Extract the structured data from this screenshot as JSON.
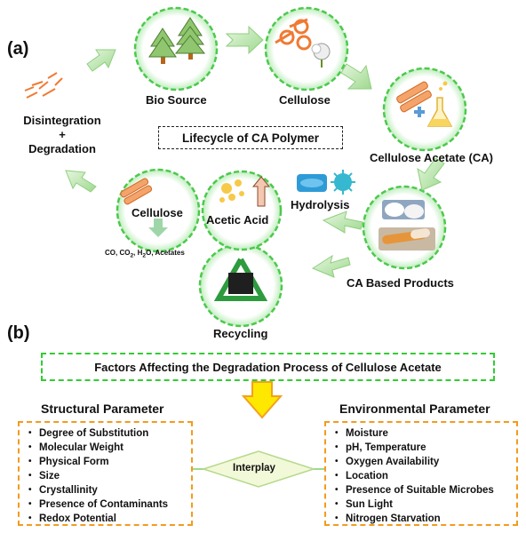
{
  "panel_a": {
    "tag": "(a)",
    "center_title": "Lifecycle of CA Polymer",
    "nodes": {
      "bio_source": "Bio Source",
      "cellulose": "Cellulose",
      "cellulose_acetate": "Cellulose Acetate (CA)",
      "ca_products": "CA Based Products",
      "recycling": "Recycling",
      "acetic_acid": "Acetic Acid",
      "cellulose_small": "Cellulose",
      "hydrolysis": "Hydrolysis",
      "products_line": "CO, CO",
      "products_sub2": "2",
      "products_mid": ", H",
      "products_sub2b": "2",
      "products_end": "O, Acetates",
      "disintegration": "Disintegration",
      "plus": "+",
      "degradation": "Degradation"
    }
  },
  "panel_b": {
    "tag": "(b)",
    "title": "Factors Affecting the Degradation Process of Cellulose Acetate",
    "interplay": "Interplay",
    "structural": {
      "heading": "Structural Parameter",
      "items": [
        "Degree of Substitution",
        "Molecular Weight",
        "Physical Form",
        "Size",
        "Crystallinity",
        "Presence of Contaminants",
        "Redox Potential"
      ]
    },
    "environmental": {
      "heading": "Environmental Parameter",
      "items": [
        "Moisture",
        "pH, Temperature",
        "Oxygen Availability",
        "Location",
        "Presence of Suitable Microbes",
        "Sun Light",
        "Nitrogen Starvation"
      ]
    }
  },
  "colors": {
    "green_ring": "#4cc94c",
    "orange": "#f39b1e",
    "arrow": "#c9ebc0",
    "yellow_arrow": "#ffd400"
  }
}
